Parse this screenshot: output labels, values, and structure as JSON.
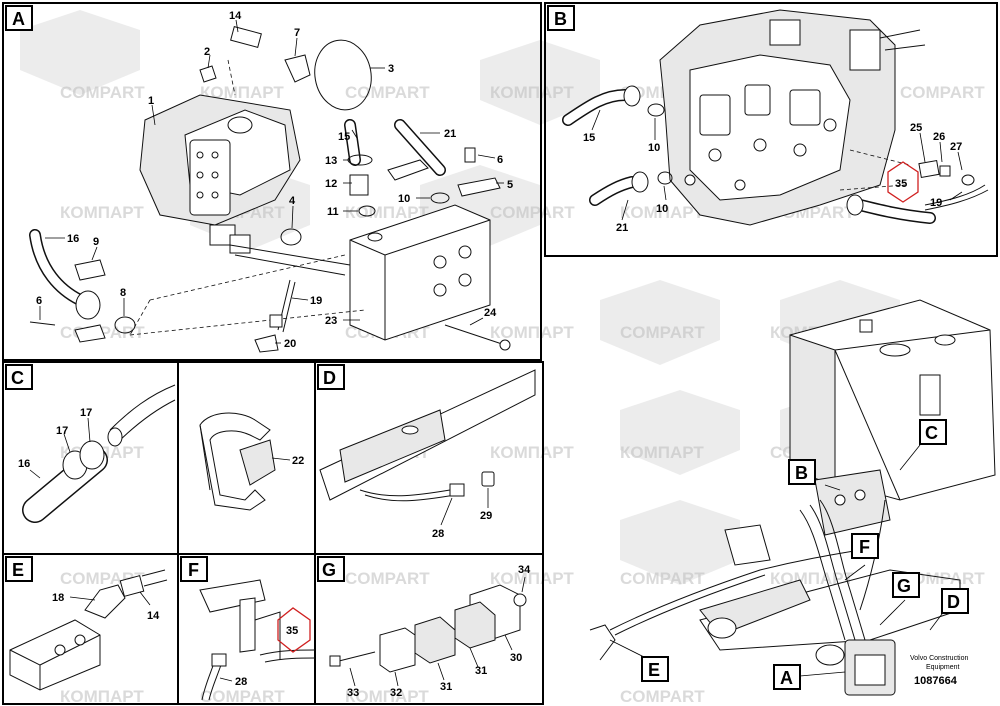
{
  "panels": {
    "A": "A",
    "B": "B",
    "C": "C",
    "D": "D",
    "E": "E",
    "F": "F",
    "G": "G"
  },
  "overview_callouts": {
    "A": "A",
    "B": "B",
    "C": "C",
    "D": "D",
    "E": "E",
    "F": "F",
    "G": "G"
  },
  "watermark": {
    "latin": "COMPART",
    "cyrillic": "КОМПАРТ"
  },
  "labels": {
    "A": [
      "14",
      "7",
      "2",
      "3",
      "1",
      "15",
      "21",
      "13",
      "6",
      "12",
      "5",
      "11",
      "10",
      "4",
      "16",
      "9",
      "8",
      "6",
      "19",
      "24",
      "23",
      "20"
    ],
    "B": [
      "15",
      "10",
      "25",
      "26",
      "27",
      "35",
      "21",
      "10",
      "19"
    ],
    "C": [
      "17",
      "17",
      "16"
    ],
    "C2": [
      "22"
    ],
    "D": [
      "29",
      "28"
    ],
    "E": [
      "18",
      "14"
    ],
    "F": [
      "35",
      "28"
    ],
    "G": [
      "34",
      "30",
      "31",
      "31",
      "32",
      "33"
    ]
  },
  "credit": {
    "line1": "Volvo Construction",
    "line2": "Equipment"
  },
  "doc_number": "1087664"
}
